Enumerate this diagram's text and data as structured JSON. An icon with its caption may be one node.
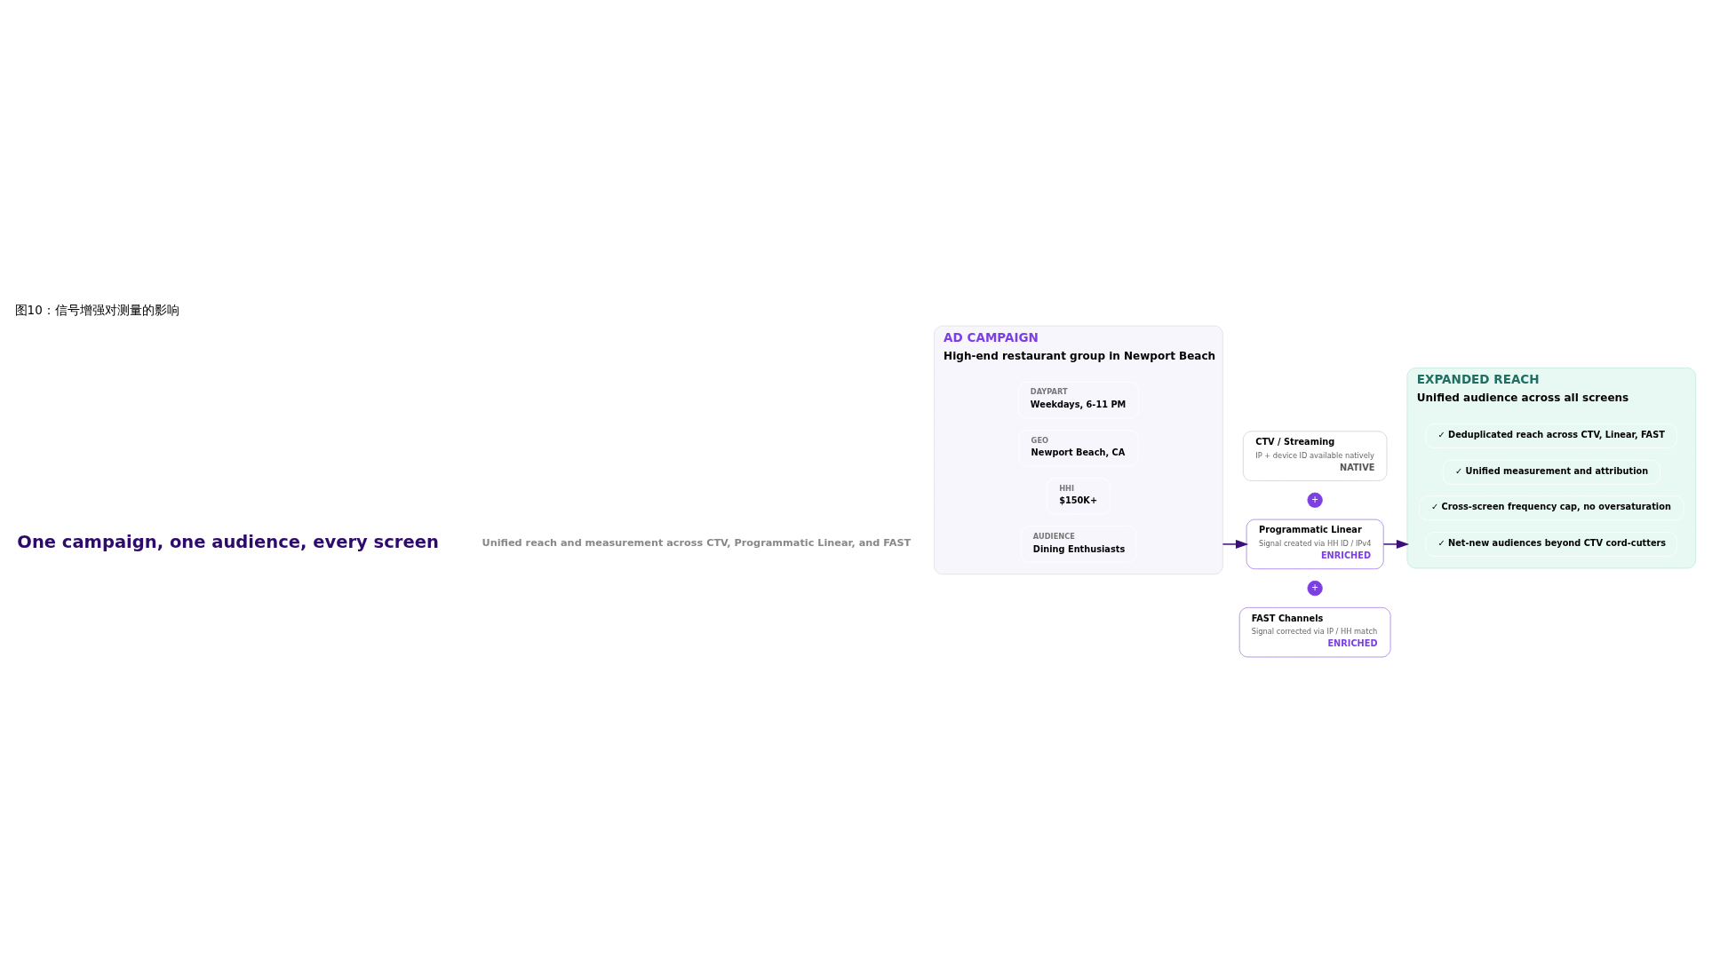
{
  "diagram": {
    "title": "图10：信号增强对测量的影响",
    "nodes": [
      {
        "text": [
          "AD CAMPAIGN",
          "High-end restaurant group in Newport Beach"
        ]
      },
      {
        "text": [
          "AUDIENCE",
          "Dining Enthusiasts"
        ],
        "in": 0
      },
      {
        "text": [
          "HHI",
          "$150K+"
        ],
        "in": 0
      },
      {
        "text": [
          "GEO",
          "Newport Beach, CA"
        ],
        "in": 0
      },
      {
        "text": [
          "DAYPART",
          "Weekdays, 6-11 PM"
        ],
        "in": 0
      },
      {
        "text": [
          "CTV / Streaming",
          "IP + device ID available natively",
          "NATIVE"
        ]
      },
      {
        "text": [
          "+"
        ]
      },
      {
        "text": [
          "Programmatic Linear",
          "Signal created via HH ID / IPv4",
          "ENRICHED"
        ]
      },
      {
        "text": [
          "+"
        ]
      },
      {
        "text": [
          "FAST Channels",
          "Signal corrected via IP / HH match",
          "ENRICHED"
        ]
      },
      {
        "text": [
          "EXPANDED REACH",
          "Unified audience across all screens"
        ]
      },
      {
        "text": [
          "✓ Net-new audiences beyond CTV cord-cutters"
        ],
        "in": 10
      },
      {
        "text": [
          "✓ Cross-screen frequency cap, no oversaturation"
        ],
        "in": 10
      },
      {
        "text": [
          "✓ Unified measurement and attribution"
        ],
        "in": 10
      },
      {
        "text": [
          "✓ Deduplicated reach across CTV, Linear, FAST"
        ],
        "in": 10
      }
    ],
    "edges": [
      {
        "from": 0,
        "to": 7,
        "arrow": "to",
        "color": "#3b0f7a"
      },
      {
        "from": 7,
        "to": 10,
        "arrow": "to",
        "color": "#3b0f7a"
      }
    ],
    "labels": [
      "One campaign, one audience, every screen",
      "Unified reach and measurement across CTV, Programmatic Linear, and FAST"
    ]
  }
}
